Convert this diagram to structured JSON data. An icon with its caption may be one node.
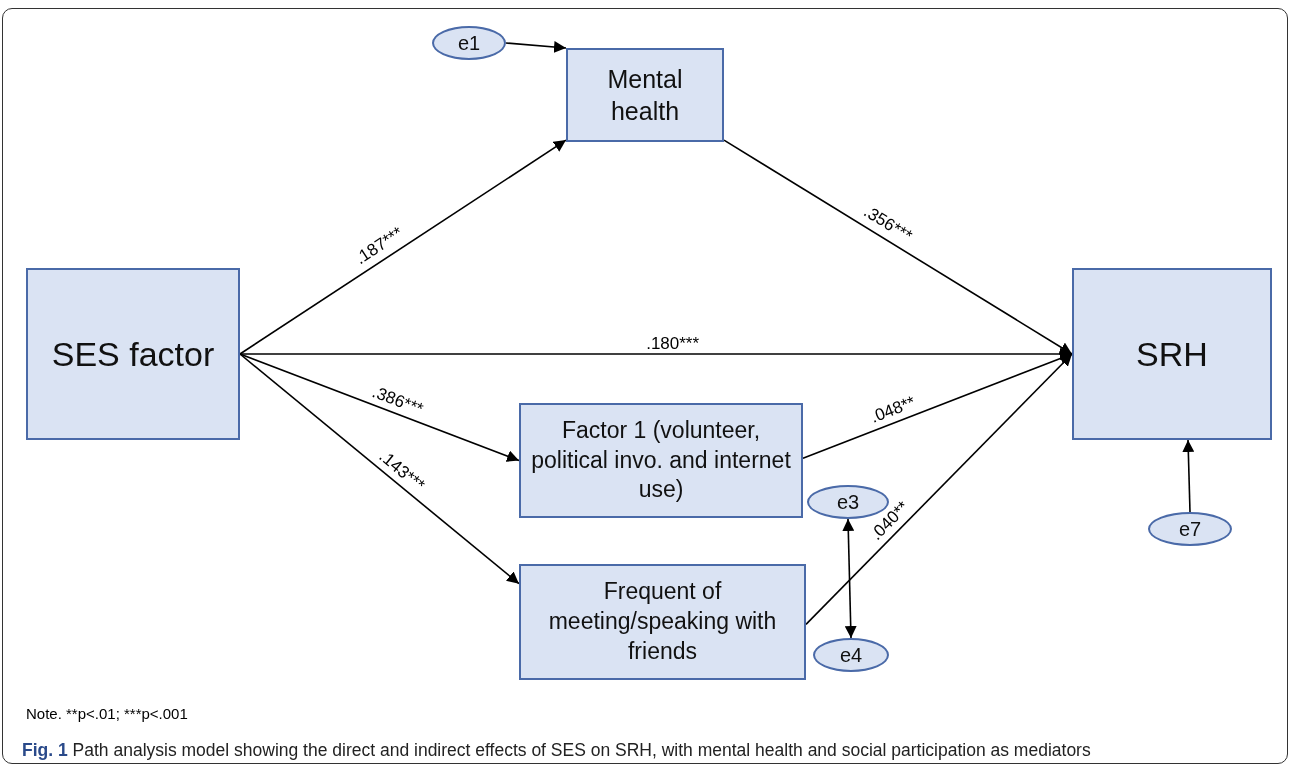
{
  "diagram": {
    "caption": "**Fig. 1** Path analysis model showing the direct and indirect effects of SES on SRH, with mental health and social participation as mediators",
    "nodes": [
      {
        "text": [
          "SES factor"
        ]
      },
      {
        "text": [
          "Mental health"
        ]
      },
      {
        "text": [
          "SRH"
        ]
      },
      {
        "text": [
          "Factor 1 (volunteer, political invo. and internet use)"
        ]
      },
      {
        "text": [
          "Frequent of meeting/speaking with friends"
        ]
      },
      {
        "text": [
          "e1"
        ]
      },
      {
        "text": [
          "e3"
        ]
      },
      {
        "text": [
          "e4"
        ]
      },
      {
        "text": [
          "e7"
        ]
      }
    ],
    "edges": [
      {
        "from": 0,
        "to": 1,
        "arrow": "to",
        "label": ".187***"
      },
      {
        "from": 1,
        "to": 2,
        "arrow": "to",
        "label": ".356***"
      },
      {
        "from": 0,
        "to": 2,
        "arrow": "to",
        "label": ".180***"
      },
      {
        "from": 0,
        "to": 3,
        "arrow": "to",
        "label": ".386***"
      },
      {
        "from": 0,
        "to": 4,
        "arrow": "to",
        "label": ".143***"
      },
      {
        "from": 3,
        "to": 2,
        "arrow": "to",
        "label": ".048**"
      },
      {
        "from": 4,
        "to": 2,
        "arrow": "to",
        "label": ".040**"
      },
      {
        "from": 5,
        "to": 1,
        "arrow": "to"
      },
      {
        "from": 6,
        "to": 7,
        "arrow": "both"
      },
      {
        "from": 8,
        "to": 2,
        "arrow": "to"
      }
    ],
    "labels": [
      "Note. **p<.01; ***p<.001"
    ]
  }
}
